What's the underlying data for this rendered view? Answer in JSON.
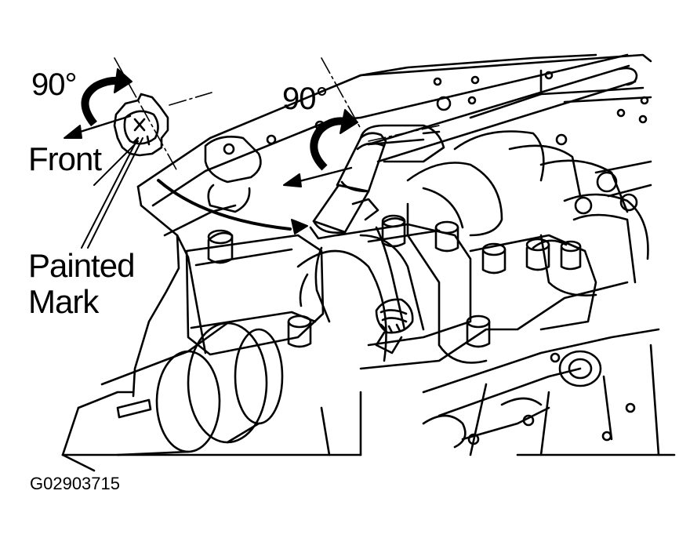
{
  "labels": {
    "angle_left": "90°",
    "angle_right": "90°",
    "front": "Front",
    "painted": "Painted",
    "mark": "Mark",
    "figure_id": "G02903715"
  },
  "colors": {
    "ink": "#000000",
    "paper": "#ffffff"
  }
}
